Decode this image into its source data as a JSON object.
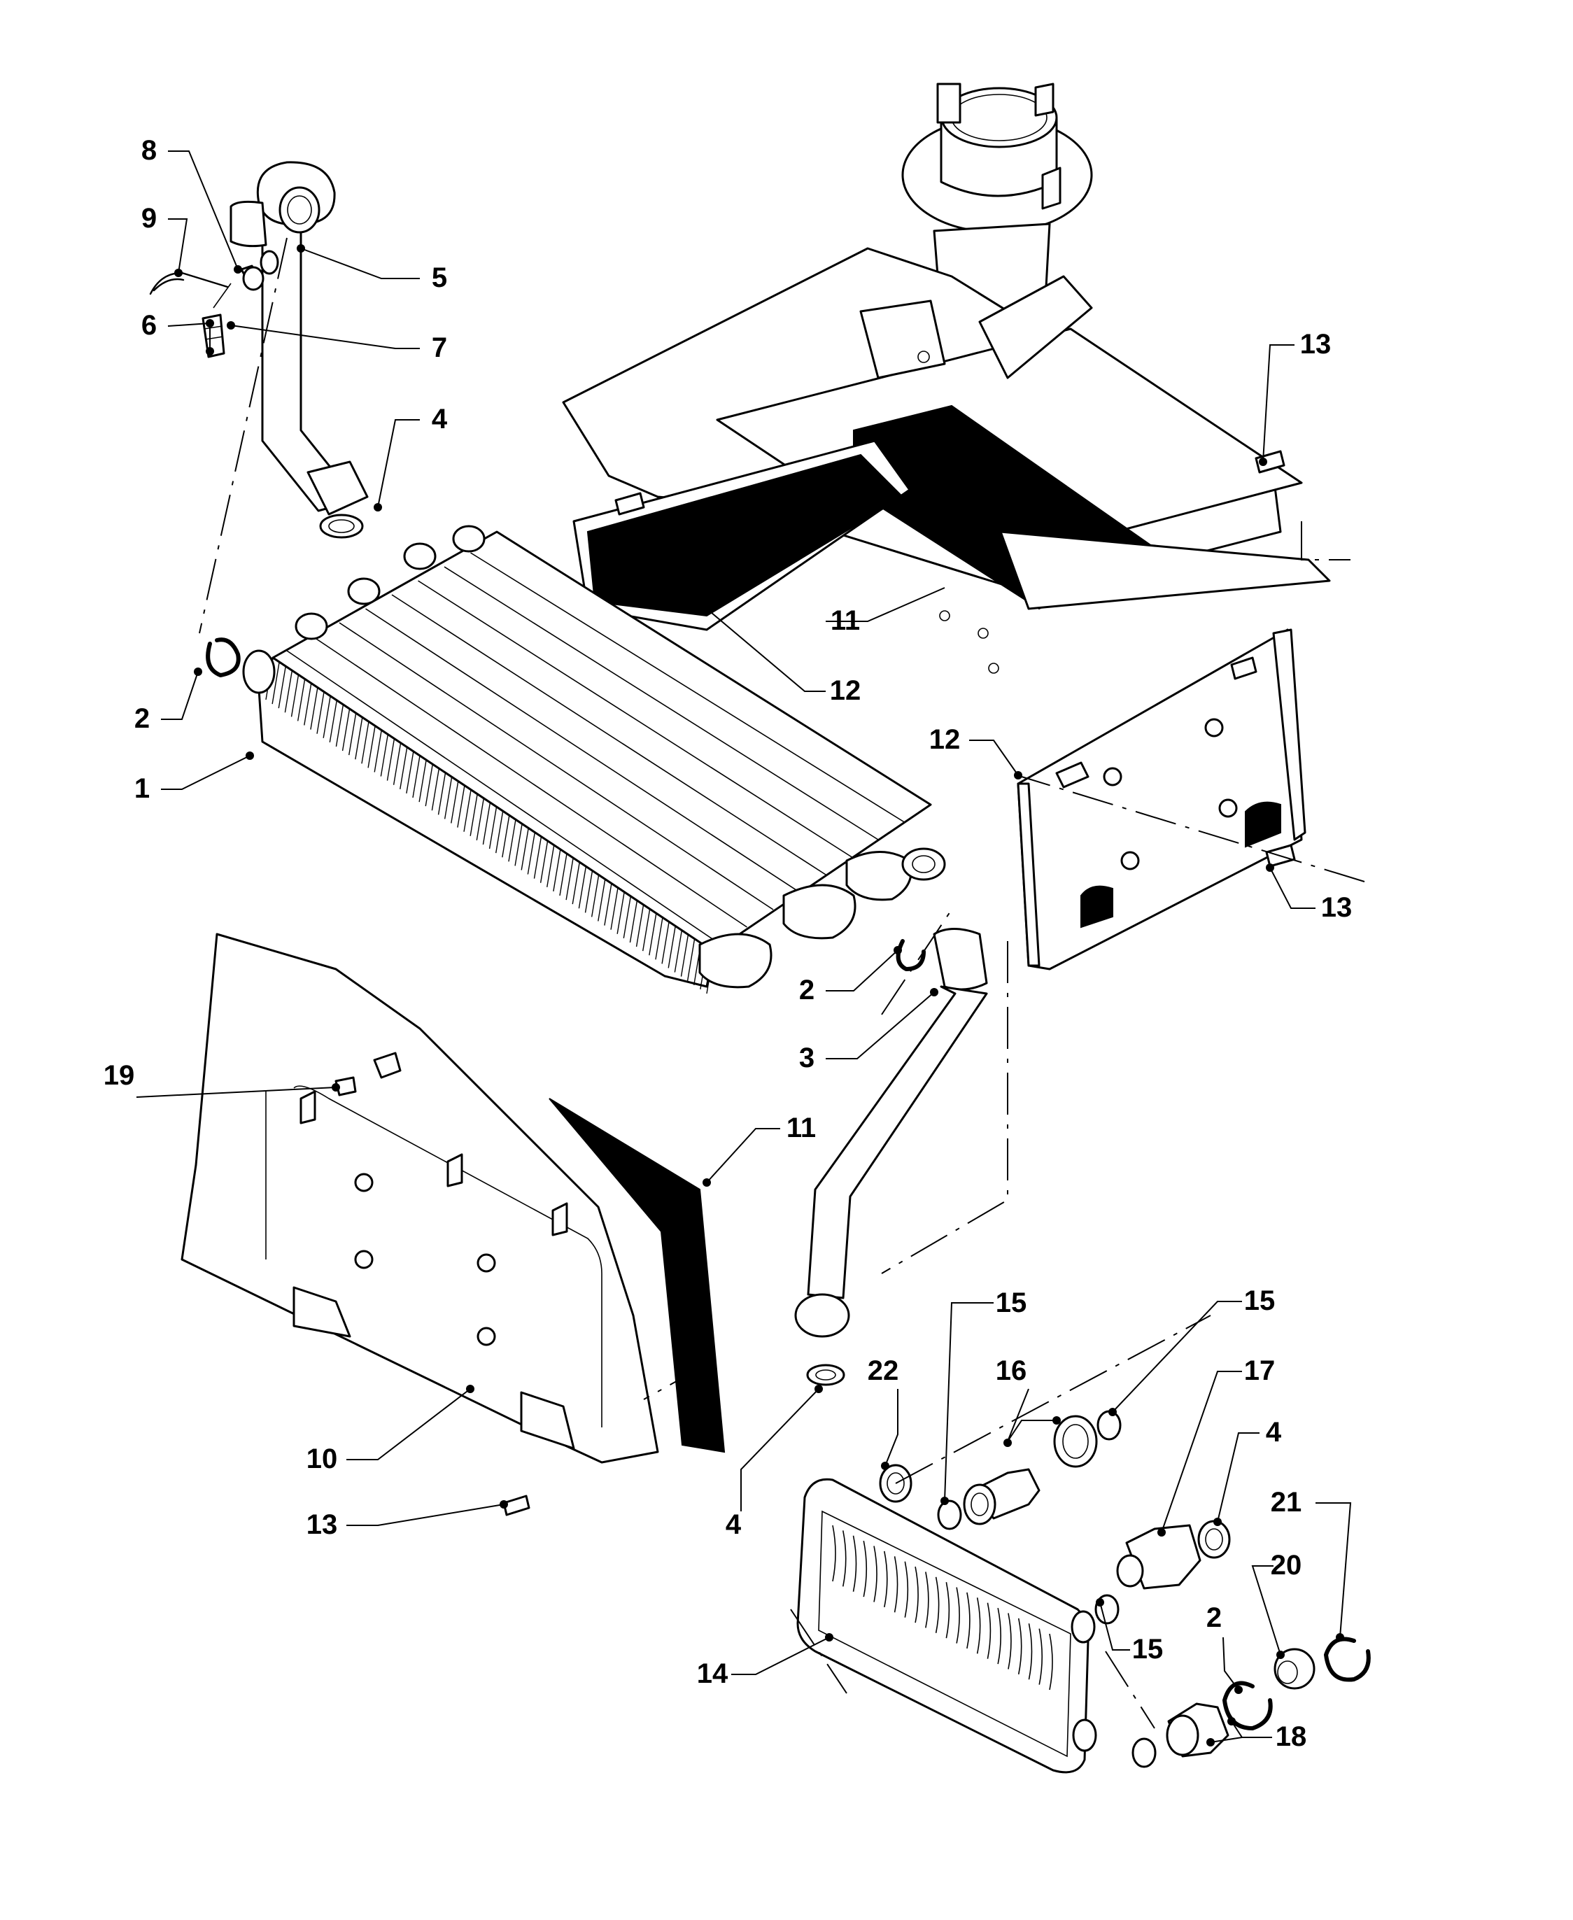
{
  "diagram": {
    "title": "Boiler heat exchanger exploded parts view",
    "callouts": [
      {
        "id": "c8",
        "label": "8"
      },
      {
        "id": "c9",
        "label": "9"
      },
      {
        "id": "c6",
        "label": "6"
      },
      {
        "id": "c5",
        "label": "5"
      },
      {
        "id": "c7",
        "label": "7"
      },
      {
        "id": "c4a",
        "label": "4"
      },
      {
        "id": "c2a",
        "label": "2"
      },
      {
        "id": "c1",
        "label": "1"
      },
      {
        "id": "c11a",
        "label": "11"
      },
      {
        "id": "c12a",
        "label": "12"
      },
      {
        "id": "c13a",
        "label": "13"
      },
      {
        "id": "c12b",
        "label": "12"
      },
      {
        "id": "c13b",
        "label": "13"
      },
      {
        "id": "c2b",
        "label": "2"
      },
      {
        "id": "c3",
        "label": "3"
      },
      {
        "id": "c19",
        "label": "19"
      },
      {
        "id": "c11b",
        "label": "11"
      },
      {
        "id": "c10",
        "label": "10"
      },
      {
        "id": "c13c",
        "label": "13"
      },
      {
        "id": "c4b",
        "label": "4"
      },
      {
        "id": "c22",
        "label": "22"
      },
      {
        "id": "c15a",
        "label": "15"
      },
      {
        "id": "c16",
        "label": "16"
      },
      {
        "id": "c15b",
        "label": "15"
      },
      {
        "id": "c17",
        "label": "17"
      },
      {
        "id": "c4c",
        "label": "4"
      },
      {
        "id": "c21",
        "label": "21"
      },
      {
        "id": "c20",
        "label": "20"
      },
      {
        "id": "c14",
        "label": "14"
      },
      {
        "id": "c15c",
        "label": "15"
      },
      {
        "id": "c2c",
        "label": "2"
      },
      {
        "id": "c18",
        "label": "18"
      }
    ]
  }
}
